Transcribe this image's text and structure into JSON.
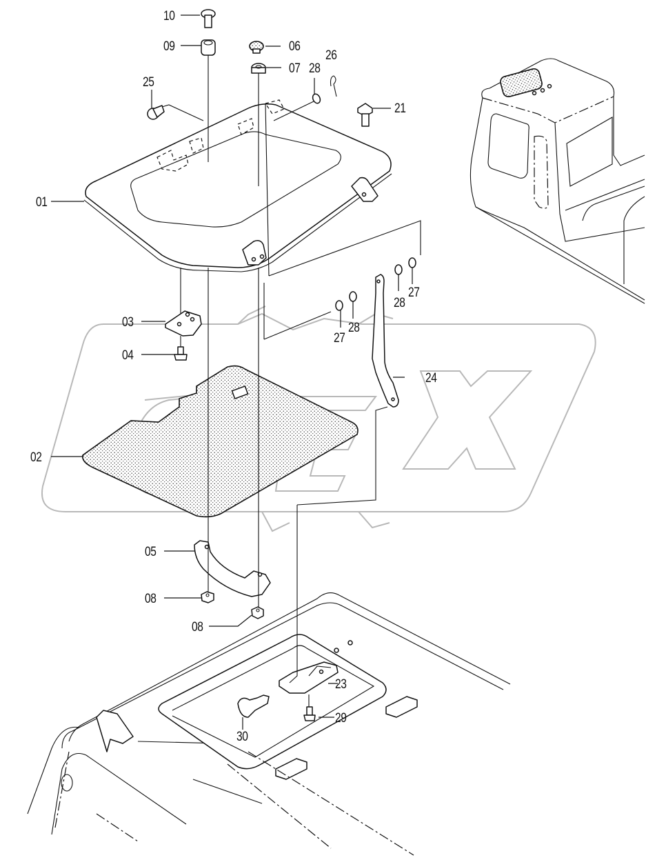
{
  "diagram": {
    "type": "exploded-parts-diagram",
    "subject": "Cab roof hatch (sun roof) assembly",
    "watermark": "OPEX",
    "colors": {
      "line": "#111111",
      "watermark": "#b8b8b8",
      "background": "#ffffff"
    }
  },
  "labels": [
    {
      "id": "p10",
      "text": "10",
      "part": "bolt"
    },
    {
      "id": "p09",
      "text": "09",
      "part": "collar"
    },
    {
      "id": "p06",
      "text": "06",
      "part": "cap"
    },
    {
      "id": "p07",
      "text": "07",
      "part": "spacer"
    },
    {
      "id": "p28a",
      "text": "28",
      "part": "washer"
    },
    {
      "id": "p26",
      "text": "26",
      "part": "snap-pin"
    },
    {
      "id": "p25",
      "text": "25",
      "part": "pin"
    },
    {
      "id": "p21",
      "text": "21",
      "part": "bolt"
    },
    {
      "id": "p01",
      "text": "01",
      "part": "hatch-cover"
    },
    {
      "id": "p03",
      "text": "03",
      "part": "bracket"
    },
    {
      "id": "p04",
      "text": "04",
      "part": "screw"
    },
    {
      "id": "p28b",
      "text": "28",
      "part": "washer"
    },
    {
      "id": "p27a",
      "text": "27",
      "part": "washer"
    },
    {
      "id": "p28c",
      "text": "28",
      "part": "washer"
    },
    {
      "id": "p27b",
      "text": "27",
      "part": "washer"
    },
    {
      "id": "p24",
      "text": "24",
      "part": "stay"
    },
    {
      "id": "p02",
      "text": "02",
      "part": "mat"
    },
    {
      "id": "p05",
      "text": "05",
      "part": "handle"
    },
    {
      "id": "p08a",
      "text": "08",
      "part": "nut"
    },
    {
      "id": "p08b",
      "text": "08",
      "part": "nut"
    },
    {
      "id": "p23",
      "text": "23",
      "part": "lock-bracket"
    },
    {
      "id": "p29",
      "text": "29",
      "part": "screw"
    },
    {
      "id": "p30",
      "text": "30",
      "part": "knob"
    }
  ]
}
